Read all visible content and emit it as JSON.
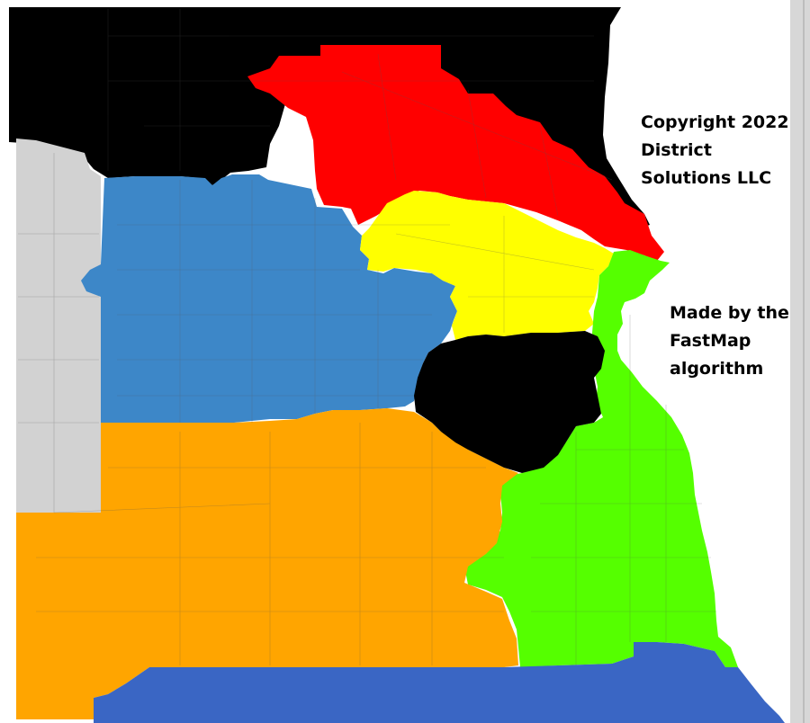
{
  "annotations": {
    "copyright_lines": [
      "Copyright 2022",
      "District",
      "Solutions LLC"
    ],
    "madeby_lines": [
      "Made by the",
      "FastMap",
      "algorithm"
    ]
  },
  "colors": {
    "background": "#ffffff",
    "frame": "#d7d7d7",
    "north_district": "#000000",
    "red_district": "#ff0000",
    "yellow_district": "#ffff00",
    "light_blue_district": "#3d87c8",
    "gray_district": "#d2d2d2",
    "orange_district": "#ffa500",
    "green_district": "#55ff00",
    "central_black_district": "#000000",
    "south_blue_district": "#3a66c4",
    "precinct_lines": "#555555"
  }
}
